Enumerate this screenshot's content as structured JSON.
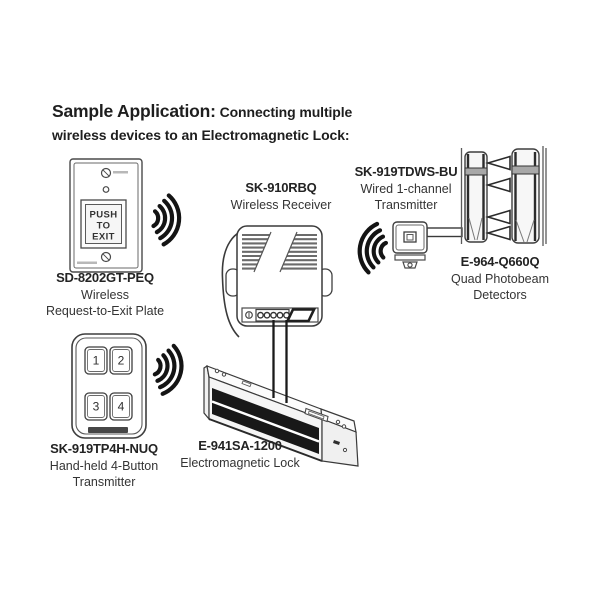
{
  "title": {
    "lead": "Sample Application:",
    "lead_rest": "Connecting multiple",
    "line2": "wireless devices to an Electromagnetic Lock:"
  },
  "devices": {
    "exit_plate": {
      "model": "SD-8202GT-PEQ",
      "desc_line1": "Wireless",
      "desc_line2": "Request-to-Exit Plate",
      "button": {
        "line1": "PUSH",
        "line2": "TO",
        "line3": "EXIT"
      }
    },
    "receiver": {
      "model": "SK-910RBQ",
      "desc_line1": "Wireless Receiver"
    },
    "wired_transmitter": {
      "model": "SK-919TDWS-BU",
      "desc_line1": "Wired 1-channel",
      "desc_line2": "Transmitter"
    },
    "photobeam": {
      "model": "E-964-Q660Q",
      "desc_line1": "Quad Photobeam",
      "desc_line2": "Detectors"
    },
    "handheld_transmitter": {
      "model": "SK-919TP4H-NUQ",
      "desc_line1": "Hand-held 4-Button",
      "desc_line2": "Transmitter",
      "buttons": [
        "1",
        "2",
        "3",
        "4"
      ]
    },
    "maglock": {
      "model": "E-941SA-1200",
      "desc_line1": "Electromagnetic Lock"
    }
  },
  "icons": {
    "wireless_signal_count": 3,
    "beam_arrow_count": 4
  },
  "colors": {
    "background": "#ffffff",
    "line_ink": "#3f3f3f",
    "signal_black": "#141414",
    "magnet_panel_dark": "#181818",
    "shade_gray": "#a8a8a8",
    "title_text": "#1e1e1e",
    "label_text": "#343434"
  }
}
